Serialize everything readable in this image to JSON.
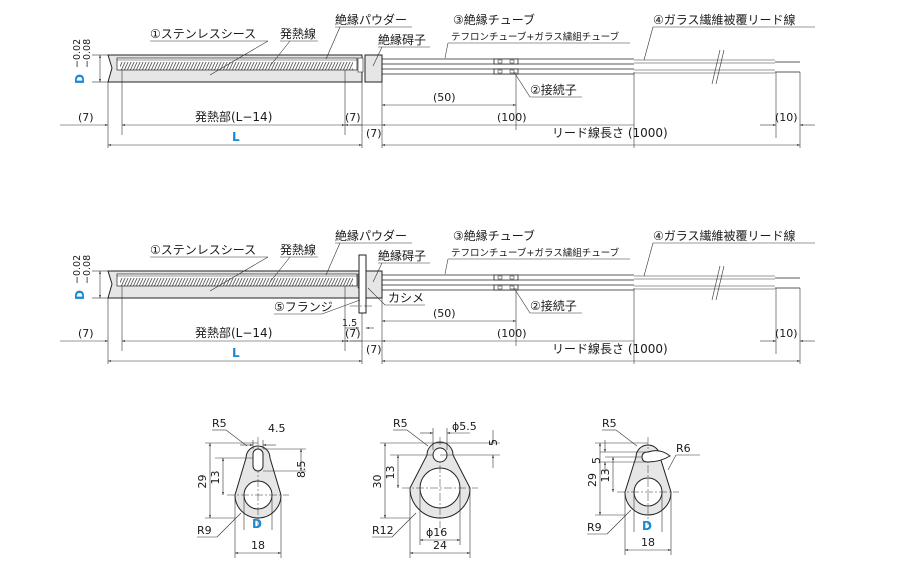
{
  "views": [
    {
      "sheath": "①ステンレスシース",
      "heating_wire": "発熱線",
      "insulating_powder": "絶縁パウダー",
      "insulator": "絶縁碍子",
      "tube": "③絶縁チューブ",
      "tube_sub": "テフロンチューブ+ガラス繍組チューブ",
      "lead": "④ガラス繊維被覆リード線",
      "connector": "②接続子",
      "dim_7_left": "(7)",
      "heating_part": "発熱部(L−14)",
      "dim_7_right": "(7)",
      "dim_7_under": "(7)",
      "L": "L",
      "dim_50": "(50)",
      "dim_100": "(100)",
      "lead_length": "リード線長さ (1000)",
      "dim_10": "(10)",
      "D": "D",
      "tol_upper": "−0.02",
      "tol_lower": "−0.08"
    },
    {
      "sheath": "①ステンレスシース",
      "heating_wire": "発熱線",
      "insulating_powder": "絶縁パウダー",
      "insulator": "絶縁碍子",
      "tube": "③絶縁チューブ",
      "tube_sub": "テフロンチューブ+ガラス繍組チューブ",
      "lead": "④ガラス繊維被覆リード線",
      "connector": "②接続子",
      "dim_7_left": "(7)",
      "heating_part": "発熱部(L−14)",
      "dim_7_right": "(7)",
      "dim_7_under": "(7)",
      "L": "L",
      "dim_50": "(50)",
      "dim_100": "(100)",
      "lead_length": "リード線長さ (1000)",
      "dim_10": "(10)",
      "D": "D",
      "tol_upper": "−0.02",
      "tol_lower": "−0.08",
      "flange": "⑤フランジ",
      "crimp": "カシメ",
      "dim_1_5": "1.5"
    }
  ],
  "flanges": [
    {
      "r_top": "R5",
      "slot_w": "4.5",
      "slot_h": "8.5",
      "height": "29",
      "center": "13",
      "r_bottom": "R9",
      "bore": "D",
      "width": "18"
    },
    {
      "r_top": "R5",
      "hole": "ϕ5.5",
      "hole_off": "5",
      "height": "30",
      "center": "13",
      "r_bottom": "R12",
      "bore": "ϕ16",
      "width": "24"
    },
    {
      "r_top": "R5",
      "hook": "5",
      "r_hook": "R6",
      "height": "29",
      "center": "13",
      "r_bottom": "R9",
      "bore": "D",
      "width": "18"
    }
  ],
  "colors": {
    "accent": "#1a8ad6",
    "fill": "#e6e6e6"
  }
}
